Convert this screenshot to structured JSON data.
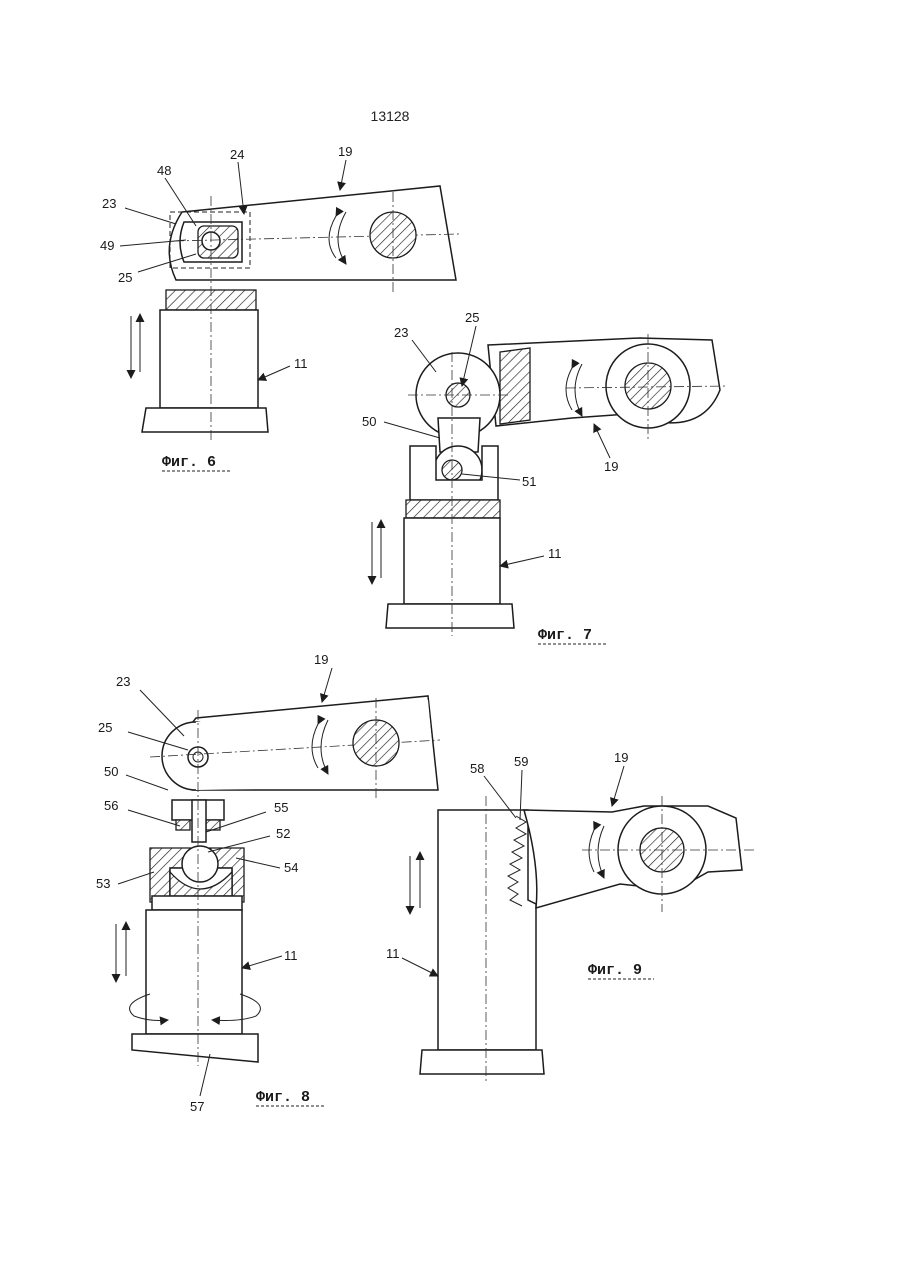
{
  "page": {
    "number": "13128"
  },
  "figures": {
    "fig6": {
      "caption": "Фиг. 6",
      "labels": {
        "l48": "48",
        "l24": "24",
        "l19": "19",
        "l23": "23",
        "l49": "49",
        "l25": "25",
        "l11": "11"
      }
    },
    "fig7": {
      "caption": "Фиг. 7",
      "labels": {
        "l23": "23",
        "l25": "25",
        "l50": "50",
        "l51": "51",
        "l19": "19",
        "l11": "11"
      }
    },
    "fig8": {
      "caption": "Фиг. 8",
      "labels": {
        "l19": "19",
        "l23": "23",
        "l25": "25",
        "l50": "50",
        "l56": "56",
        "l55": "55",
        "l52": "52",
        "l54": "54",
        "l53": "53",
        "l11": "11",
        "l57": "57"
      }
    },
    "fig9": {
      "caption": "Фиг. 9",
      "labels": {
        "l58": "58",
        "l59": "59",
        "l19": "19",
        "l11": "11"
      }
    }
  }
}
